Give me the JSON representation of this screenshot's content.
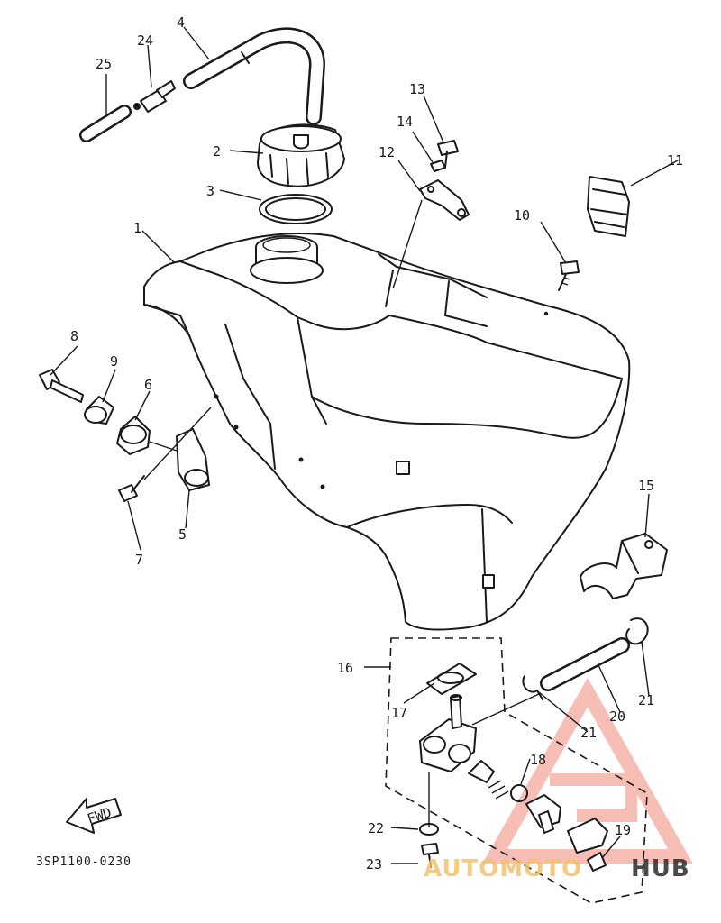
{
  "diagram": {
    "code": "3SP1100-0230",
    "fwd_label": "FWD",
    "callouts": {
      "c1": "1",
      "c2": "2",
      "c3": "3",
      "c4": "4",
      "c5": "5",
      "c6": "6",
      "c7": "7",
      "c8": "8",
      "c9": "9",
      "c10": "10",
      "c11": "11",
      "c12": "12",
      "c13": "13",
      "c14": "14",
      "c15": "15",
      "c16": "16",
      "c17": "17",
      "c18": "18",
      "c19": "19",
      "c20": "20",
      "c21a": "21",
      "c21b": "21",
      "c22": "22",
      "c23": "23",
      "c24": "24",
      "c25": "25"
    }
  },
  "watermark": {
    "part1": "AUTOMOTO",
    "part2": "HUB",
    "color_main": "#f08a7a",
    "color_secondary": "#f5c26b",
    "color_hub": "#2b2b2b"
  }
}
